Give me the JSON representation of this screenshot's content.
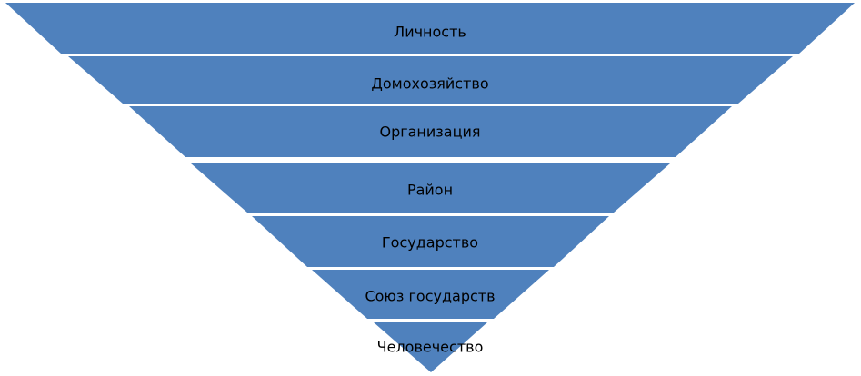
{
  "diagram": {
    "fill_color": "#4f81bd",
    "text_color": "#000000",
    "tiers": [
      {
        "label": "Личность"
      },
      {
        "label": "Домохозяйство"
      },
      {
        "label": "Организация"
      },
      {
        "label": "Район"
      },
      {
        "label": "Государство"
      },
      {
        "label": "Союз государств"
      },
      {
        "label": "Человечество"
      }
    ]
  }
}
